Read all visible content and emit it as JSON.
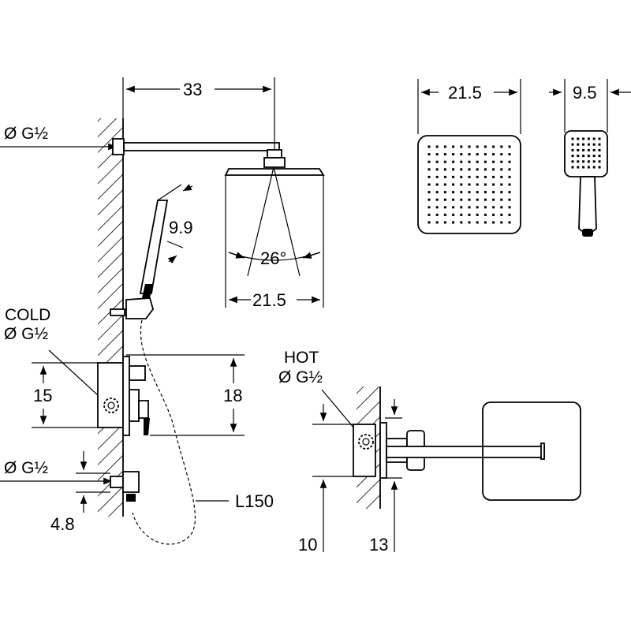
{
  "labels": {
    "arm_length": "33",
    "head_width_top": "21.5",
    "handset_width_top": "9.5",
    "inlet_top": "Ø G½",
    "handset_angle_dim": "9.9",
    "spray_angle": "26°",
    "head_width": "21.5",
    "cold": "COLD",
    "cold_thread": "Ø G½",
    "box_height_left": "15",
    "box_height_right": "18",
    "hot": "HOT",
    "hot_thread": "Ø G½",
    "outlet_thread": "Ø G½",
    "outlet_offset": "4.8",
    "hose_length": "L150",
    "depth_min": "10",
    "depth_max": "13"
  },
  "colors": {
    "line": "#000000",
    "background": "#ffffff"
  },
  "head_nozzle_grid": {
    "rows": 11,
    "cols": 11
  },
  "handset_nozzle_grid": {
    "rows": 6,
    "cols": 6
  }
}
